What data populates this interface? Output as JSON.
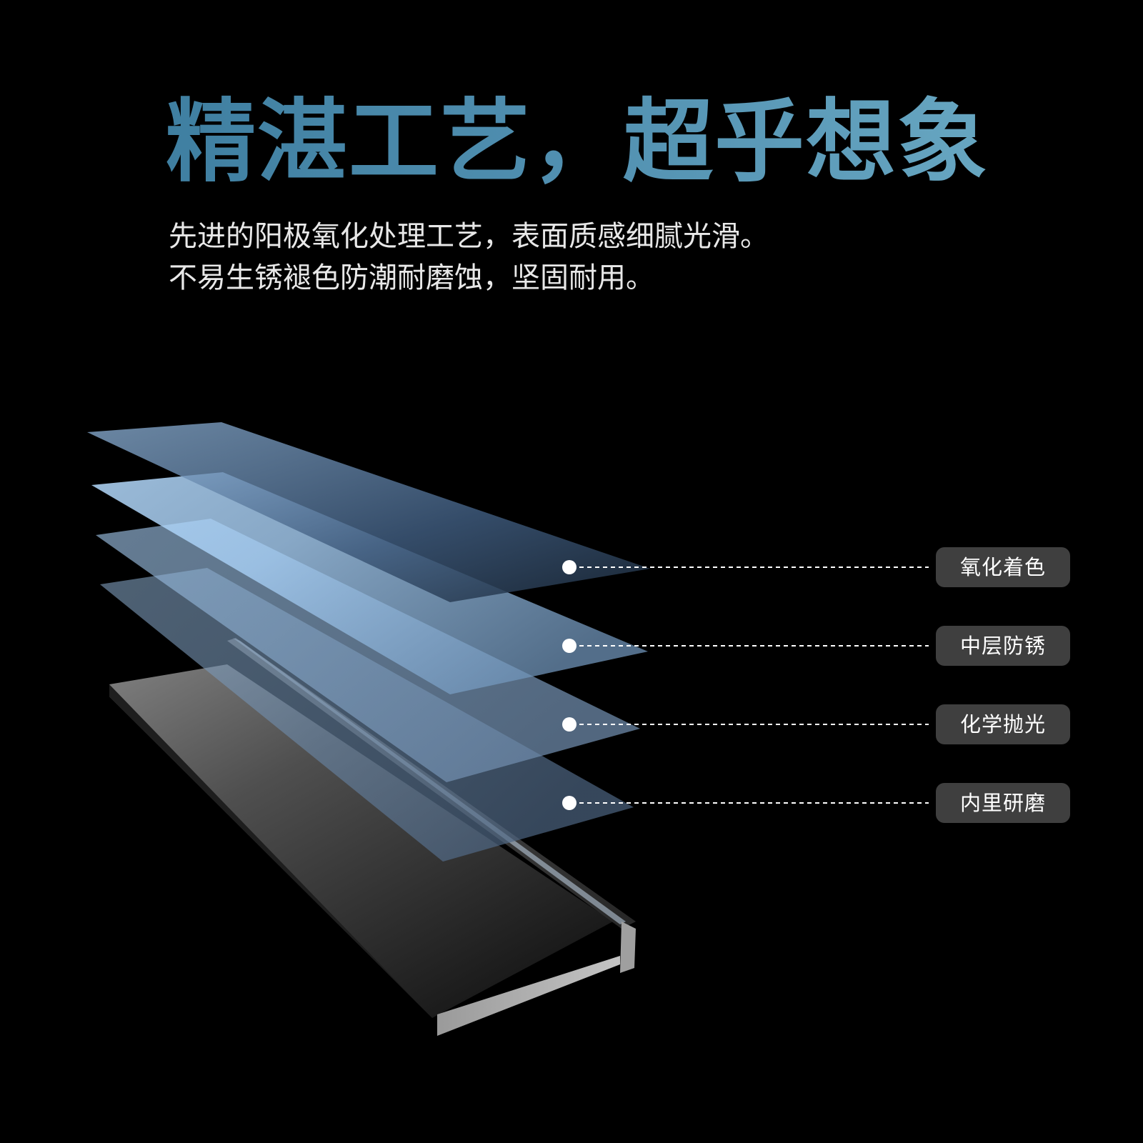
{
  "headline": "精湛工艺，超乎想象",
  "subtitle": {
    "line1": "先进的阳极氧化处理工艺，表面质感细腻光滑。",
    "line2": "不易生锈褪色防潮耐磨蚀，坚固耐用。"
  },
  "layers": [
    {
      "label": "氧化着色"
    },
    {
      "label": "中层防锈"
    },
    {
      "label": "化学抛光"
    },
    {
      "label": "内里研磨"
    }
  ],
  "colors": {
    "background": "#000000",
    "headline": "#4a88aa",
    "subtitle": "#e8e8e8",
    "label_bg": "#3f3f3f",
    "label_text": "#ffffff",
    "layer_tint": "#a9d3f7"
  }
}
